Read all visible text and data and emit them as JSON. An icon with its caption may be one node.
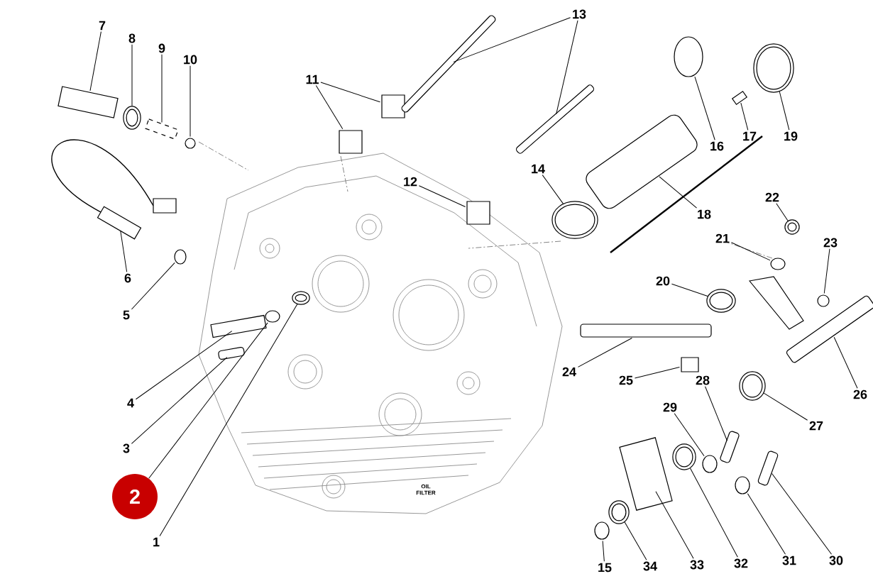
{
  "diagram": {
    "nodes": [
      {
        "text": [
          "1"
        ]
      },
      {
        "text": [
          "2"
        ]
      },
      {
        "text": [
          "3"
        ]
      },
      {
        "text": [
          "4"
        ]
      },
      {
        "text": [
          "5"
        ]
      },
      {
        "text": [
          "6"
        ]
      },
      {
        "text": [
          "7"
        ]
      },
      {
        "text": [
          "8"
        ]
      },
      {
        "text": [
          "9"
        ]
      },
      {
        "text": [
          "10"
        ]
      },
      {
        "text": [
          "11"
        ]
      },
      {
        "text": [
          "12"
        ]
      },
      {
        "text": [
          "13"
        ]
      },
      {
        "text": [
          "14"
        ]
      },
      {
        "text": [
          "15"
        ]
      },
      {
        "text": [
          "16"
        ]
      },
      {
        "text": [
          "17"
        ]
      },
      {
        "text": [
          "18"
        ]
      },
      {
        "text": [
          "19"
        ]
      },
      {
        "text": [
          "20"
        ]
      },
      {
        "text": [
          "21"
        ]
      },
      {
        "text": [
          "22"
        ]
      },
      {
        "text": [
          "23"
        ]
      },
      {
        "text": [
          "24"
        ]
      },
      {
        "text": [
          "25"
        ]
      },
      {
        "text": [
          "26"
        ]
      },
      {
        "text": [
          "27"
        ]
      },
      {
        "text": [
          "28"
        ]
      },
      {
        "text": [
          "29"
        ]
      },
      {
        "text": [
          "30"
        ]
      },
      {
        "text": [
          "31"
        ]
      },
      {
        "text": [
          "32"
        ]
      },
      {
        "text": [
          "33"
        ]
      },
      {
        "text": [
          "34"
        ]
      },
      {
        "text": [],
        "shape": "circle"
      },
      {
        "text": [],
        "shape": "circle"
      },
      {
        "text": [],
        "shape": "bar"
      },
      {
        "text": [],
        "shape": "box"
      },
      {
        "text": [],
        "shape": "circle"
      },
      {
        "text": [],
        "shape": "box"
      },
      {
        "text": [],
        "shape": "box"
      },
      {
        "text": [],
        "shape": "circle"
      },
      {
        "text": [],
        "shape": "box"
      },
      {
        "text": [],
        "shape": "circle"
      },
      {
        "text": [],
        "shape": "box"
      },
      {
        "text": [],
        "shape": "box"
      },
      {
        "text": [],
        "shape": "box"
      },
      {
        "text": [],
        "shape": "bar"
      },
      {
        "text": [],
        "shape": "bar"
      },
      {
        "text": [],
        "shape": "circle"
      },
      {
        "text": [],
        "shape": "circle"
      },
      {
        "text": [],
        "shape": "circle"
      },
      {
        "text": [],
        "shape": "box"
      },
      {
        "text": [],
        "shape": "cylinder"
      },
      {
        "text": [],
        "shape": "circle"
      },
      {
        "text": [],
        "shape": "circle"
      },
      {
        "text": [],
        "shape": "circle"
      },
      {
        "text": [],
        "shape": "circle"
      },
      {
        "text": [],
        "shape": "circle"
      },
      {
        "text": [],
        "shape": "bar"
      },
      {
        "text": [],
        "shape": "box"
      },
      {
        "text": [],
        "shape": "bar"
      },
      {
        "text": [],
        "shape": "circle"
      },
      {
        "text": [],
        "shape": "bar"
      },
      {
        "text": [],
        "shape": "circle"
      },
      {
        "text": [],
        "shape": "bar"
      },
      {
        "text": [],
        "shape": "circle"
      },
      {
        "text": [],
        "shape": "circle"
      },
      {
        "text": [],
        "shape": "box"
      },
      {
        "text": [],
        "shape": "circle"
      }
    ],
    "edges": [
      {
        "from": 0,
        "to": 34,
        "arrow": "none"
      },
      {
        "from": 1,
        "to": 35,
        "arrow": "none"
      },
      {
        "from": 2,
        "to": 36,
        "arrow": "none"
      },
      {
        "from": 3,
        "to": 37,
        "arrow": "none"
      },
      {
        "from": 4,
        "to": 38,
        "arrow": "none"
      },
      {
        "from": 5,
        "to": 39,
        "arrow": "none"
      },
      {
        "from": 6,
        "to": 40,
        "arrow": "none"
      },
      {
        "from": 7,
        "to": 41,
        "arrow": "none"
      },
      {
        "from": 8,
        "to": 42,
        "arrow": "none"
      },
      {
        "from": 9,
        "to": 43,
        "arrow": "none"
      },
      {
        "from": 10,
        "to": 44,
        "arrow": "none"
      },
      {
        "from": 10,
        "to": 45,
        "arrow": "none"
      },
      {
        "from": 11,
        "to": 46,
        "arrow": "none"
      },
      {
        "from": 12,
        "to": 47,
        "arrow": "none"
      },
      {
        "from": 12,
        "to": 48,
        "arrow": "none"
      },
      {
        "from": 13,
        "to": 49,
        "arrow": "none"
      },
      {
        "from": 14,
        "to": 50,
        "arrow": "none"
      },
      {
        "from": 15,
        "to": 51,
        "arrow": "none"
      },
      {
        "from": 16,
        "to": 52,
        "arrow": "none"
      },
      {
        "from": 17,
        "to": 53,
        "arrow": "none"
      },
      {
        "from": 18,
        "to": 54,
        "arrow": "none"
      },
      {
        "from": 19,
        "to": 55,
        "arrow": "none"
      },
      {
        "from": 20,
        "to": 56,
        "arrow": "none"
      },
      {
        "from": 21,
        "to": 57,
        "arrow": "none"
      },
      {
        "from": 22,
        "to": 58,
        "arrow": "none"
      },
      {
        "from": 23,
        "to": 59,
        "arrow": "none"
      },
      {
        "from": 24,
        "to": 60,
        "arrow": "none"
      },
      {
        "from": 25,
        "to": 61,
        "arrow": "none"
      },
      {
        "from": 26,
        "to": 62,
        "arrow": "none"
      },
      {
        "from": 27,
        "to": 63,
        "arrow": "none"
      },
      {
        "from": 28,
        "to": 64,
        "arrow": "none"
      },
      {
        "from": 29,
        "to": 65,
        "arrow": "none"
      },
      {
        "from": 30,
        "to": 66,
        "arrow": "none"
      },
      {
        "from": 31,
        "to": 67,
        "arrow": "none"
      },
      {
        "from": 32,
        "to": 68,
        "arrow": "none"
      },
      {
        "from": 33,
        "to": 69,
        "arrow": "none"
      }
    ],
    "labels": [
      "OIL FILTER"
    ]
  }
}
